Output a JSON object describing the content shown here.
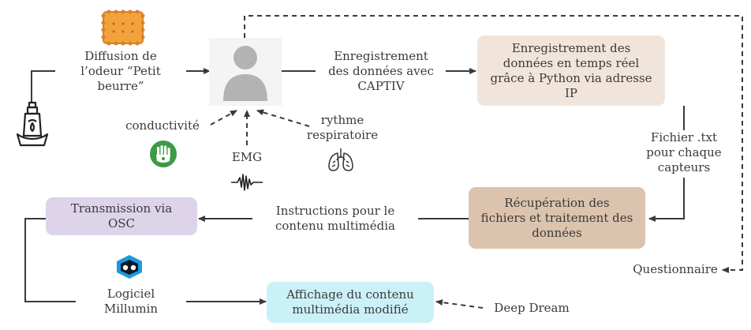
{
  "labels": {
    "diffusion": [
      "Diffusion de",
      "l’odeur “Petit",
      "beurre”"
    ],
    "enregistrement": [
      "Enregistrement",
      "des données avec",
      "CAPTIV"
    ],
    "conductivite": "conductivité",
    "rythme": [
      "rythme",
      "respiratoire"
    ],
    "emg": "EMG",
    "fichier": [
      "Fichier .txt",
      "pour chaque",
      "capteurs"
    ],
    "instructions": [
      "Instructions pour le",
      "contenu multimédia"
    ],
    "logiciel": [
      "Logiciel",
      "Millumin"
    ],
    "questionnaire": "Questionnaire",
    "deep_dream": "Deep Dream"
  },
  "boxes": {
    "python": [
      "Enregistrement des",
      "données en temps réel",
      "grâce à Python via adresse",
      "IP"
    ],
    "recuperation": [
      "Récupération des",
      "fichiers et traitement des",
      "données"
    ],
    "transmission": [
      "Transmission via",
      "OSC"
    ],
    "affichage": [
      "Affichage du contenu",
      "multimédia modifié"
    ]
  },
  "colors": {
    "python_box": "#f1e5db",
    "recuperation_box": "#dbc3ae",
    "transmission_box": "#ddd4e9",
    "affichage_box": "#caf1f7",
    "line": "#3a3a3a",
    "green_icon": "#3d9a45",
    "millumin_icon": "#1a9ae0"
  },
  "icons": [
    "biscuit-icon",
    "person-icon",
    "diffuser-icon",
    "hand-sensor-icon",
    "emg-wave-icon",
    "lungs-icon",
    "millumin-logo-icon"
  ]
}
